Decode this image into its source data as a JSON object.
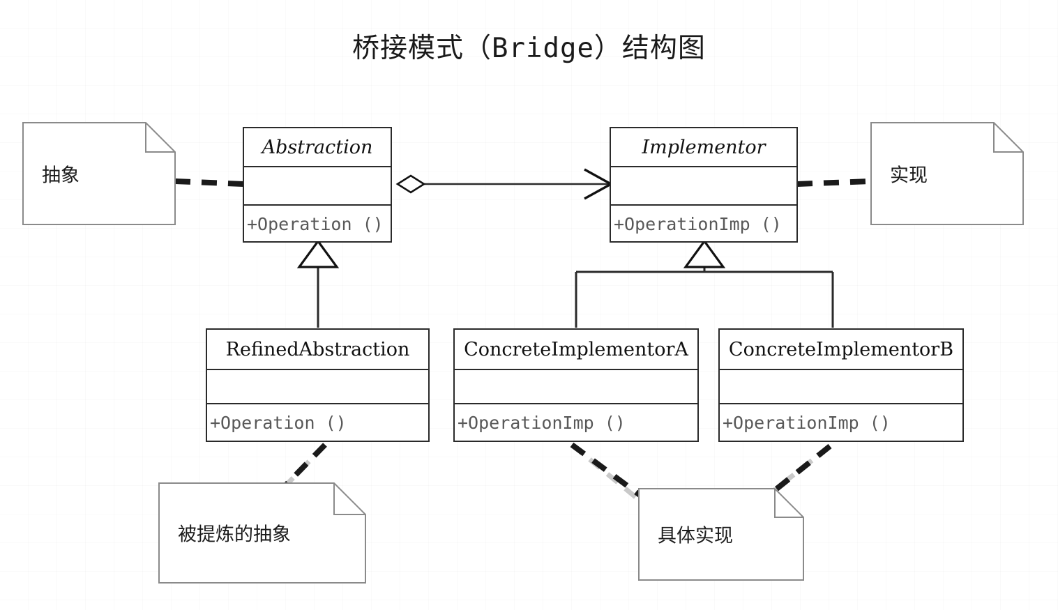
{
  "diagram": {
    "title": "桥接模式（Bridge）结构图",
    "type": "uml-class-diagram",
    "background": "#ffffff",
    "line_color": "#2a2a2a",
    "note_border_color": "#8a8a8a",
    "dash_color": "#1a1a1a",
    "dash_faded_color": "#c9c9c9"
  },
  "classes": [
    {
      "id": "abstraction",
      "name": "Abstraction",
      "abstract": true,
      "attributes": "",
      "operations": "+Operation ()"
    },
    {
      "id": "implementor",
      "name": "Implementor",
      "abstract": true,
      "attributes": "",
      "operations": "+OperationImp ()"
    },
    {
      "id": "refined-abstraction",
      "name": "RefinedAbstraction",
      "abstract": false,
      "attributes": "",
      "operations": "+Operation ()"
    },
    {
      "id": "concrete-implementor-a",
      "name": "ConcreteImplementorA",
      "abstract": false,
      "attributes": "",
      "operations": "+OperationImp ()"
    },
    {
      "id": "concrete-implementor-b",
      "name": "ConcreteImplementorB",
      "abstract": false,
      "attributes": "",
      "operations": "+OperationImp ()"
    }
  ],
  "notes": [
    {
      "id": "note-abstraction",
      "text": "抽象"
    },
    {
      "id": "note-implementation",
      "text": "实现"
    },
    {
      "id": "note-refined-abstraction",
      "text": "被提炼的抽象"
    },
    {
      "id": "note-concrete-implementation",
      "text": "具体实现"
    }
  ],
  "relationships": [
    {
      "id": "rel-aggregation",
      "from": "Abstraction",
      "to": "Implementor",
      "kind": "aggregation-association",
      "source_decoration": "hollow-diamond",
      "target_decoration": "open-arrow"
    },
    {
      "id": "rel-generalization-refined",
      "from": "RefinedAbstraction",
      "to": "Abstraction",
      "kind": "generalization",
      "target_decoration": "hollow-triangle"
    },
    {
      "id": "rel-generalization-impl-a",
      "from": "ConcreteImplementorA",
      "to": "Implementor",
      "kind": "generalization",
      "target_decoration": "hollow-triangle"
    },
    {
      "id": "rel-generalization-impl-b",
      "from": "ConcreteImplementorB",
      "to": "Implementor",
      "kind": "generalization",
      "target_decoration": "hollow-triangle"
    },
    {
      "id": "rel-note-abstraction",
      "from": "抽象",
      "to": "Abstraction",
      "kind": "note-anchor-dashed"
    },
    {
      "id": "rel-note-implementation",
      "from": "实现",
      "to": "Implementor",
      "kind": "note-anchor-dashed"
    },
    {
      "id": "rel-note-refined",
      "from": "被提炼的抽象",
      "to": "RefinedAbstraction",
      "kind": "note-anchor-dashed"
    },
    {
      "id": "rel-note-concrete-a",
      "from": "具体实现",
      "to": "ConcreteImplementorA",
      "kind": "note-anchor-dashed"
    },
    {
      "id": "rel-note-concrete-b",
      "from": "具体实现",
      "to": "ConcreteImplementorB",
      "kind": "note-anchor-dashed"
    }
  ]
}
